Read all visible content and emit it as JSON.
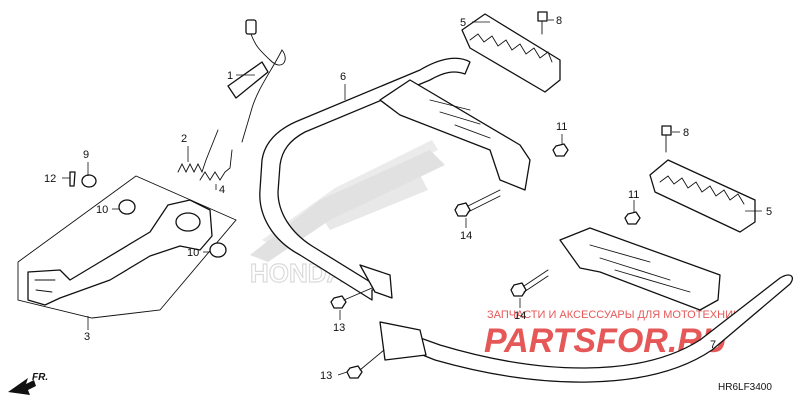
{
  "diagram": {
    "code": "HR6LF3400",
    "direction_label": "FR.",
    "brand_watermark": "HONDA",
    "watermark_line1": "ЗАПЧАСТИ И АКСЕССУАРЫ ДЛЯ МОТОТЕХНИКИ",
    "watermark_line2": "PARTSFOR.RU",
    "colors": {
      "line": "#111111",
      "watermark_red": "#e23a3a",
      "watermark_gray": "#bdbdbd"
    },
    "callouts": [
      {
        "id": "c1",
        "text": "1"
      },
      {
        "id": "c2",
        "text": "2"
      },
      {
        "id": "c3",
        "text": "3"
      },
      {
        "id": "c4",
        "text": "4"
      },
      {
        "id": "c5a",
        "text": "5"
      },
      {
        "id": "c5b",
        "text": "5"
      },
      {
        "id": "c6",
        "text": "6"
      },
      {
        "id": "c7",
        "text": "7"
      },
      {
        "id": "c8a",
        "text": "8"
      },
      {
        "id": "c8b",
        "text": "8"
      },
      {
        "id": "c9",
        "text": "9"
      },
      {
        "id": "c10a",
        "text": "10"
      },
      {
        "id": "c10b",
        "text": "10"
      },
      {
        "id": "c11a",
        "text": "11"
      },
      {
        "id": "c11b",
        "text": "11"
      },
      {
        "id": "c12",
        "text": "12"
      },
      {
        "id": "c13a",
        "text": "13"
      },
      {
        "id": "c13b",
        "text": "13"
      },
      {
        "id": "c14a",
        "text": "14"
      },
      {
        "id": "c14b",
        "text": "14"
      }
    ]
  }
}
